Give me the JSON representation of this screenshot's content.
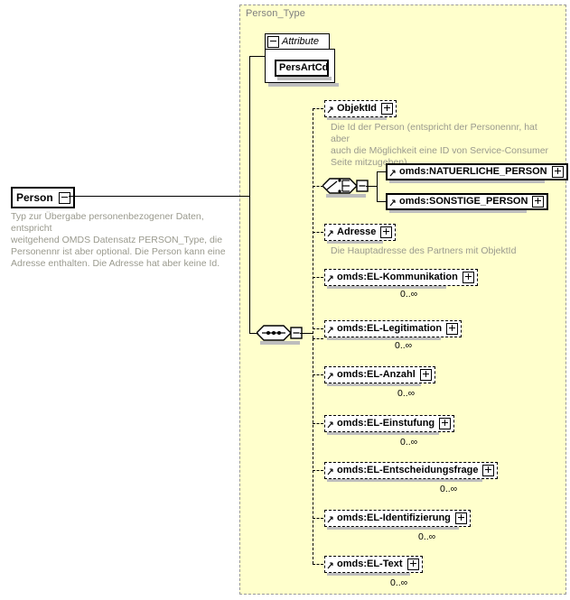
{
  "diagram": {
    "kind": "xsd-schema-diagram",
    "type_container_title": "Person_Type",
    "colors": {
      "container_bg": "#ffffcc",
      "container_border": "#999999",
      "title_text": "#808080",
      "annotation_text": "#9a9a8e",
      "node_bg": "#ffffff",
      "node_border": "#000000",
      "shadow": "#bdbdbd"
    }
  },
  "root": {
    "label": "Person",
    "expander": "minus",
    "annotation": "Typ zur Übergabe personenbezogener Daten, entspricht\nweitgehend OMDS Datensatz PERSON_Type, die\nPersonennr ist aber optional. Die Person kann eine\nAdresse enthalten. Die Adresse hat aber keine Id."
  },
  "attributes": {
    "tab_label": "Attribute",
    "tab_expander": "minus",
    "items": [
      {
        "label": "PersArtCd"
      }
    ]
  },
  "compositors": {
    "choice": {
      "name": "choice-compositor",
      "expander": "minus"
    },
    "sequence": {
      "name": "sequence-compositor",
      "expander": "minus"
    }
  },
  "children": [
    {
      "label": "ObjektId",
      "style": "dashed",
      "expander": "plus",
      "reference_arrow": true,
      "annotation": "Die Id der Person (entspricht der Personennr, hat aber\nauch die Möglichkeit eine ID von Service-Consumer\nSeite mitzugeben)",
      "occurs": ""
    },
    {
      "label": "Adresse",
      "style": "dashed",
      "expander": "plus",
      "reference_arrow": true,
      "annotation": "Die Hauptadresse des Partners mit ObjektId",
      "occurs": ""
    },
    {
      "label": "omds:EL-Kommunikation",
      "style": "dashed",
      "expander": "plus",
      "reference_arrow": true,
      "annotation": "",
      "occurs": "0..∞"
    },
    {
      "label": "omds:EL-Legitimation",
      "style": "dashed",
      "expander": "plus",
      "reference_arrow": true,
      "annotation": "",
      "occurs": "0..∞"
    },
    {
      "label": "omds:EL-Anzahl",
      "style": "dashed",
      "expander": "plus",
      "reference_arrow": true,
      "annotation": "",
      "occurs": "0..∞"
    },
    {
      "label": "omds:EL-Einstufung",
      "style": "dashed",
      "expander": "plus",
      "reference_arrow": true,
      "annotation": "",
      "occurs": "0..∞"
    },
    {
      "label": "omds:EL-Entscheidungsfrage",
      "style": "dashed",
      "expander": "plus",
      "reference_arrow": true,
      "annotation": "",
      "occurs": "0..∞"
    },
    {
      "label": "omds:EL-Identifizierung",
      "style": "dashed",
      "expander": "plus",
      "reference_arrow": true,
      "annotation": "",
      "occurs": "0..∞"
    },
    {
      "label": "omds:EL-Text",
      "style": "dashed",
      "expander": "plus",
      "reference_arrow": true,
      "annotation": "",
      "occurs": "0..∞"
    }
  ],
  "choice_options": [
    {
      "label": "omds:NATUERLICHE_PERSON",
      "style": "solid",
      "expander": "plus",
      "reference_arrow": true
    },
    {
      "label": "omds:SONSTIGE_PERSON",
      "style": "solid",
      "expander": "plus",
      "reference_arrow": true
    }
  ]
}
